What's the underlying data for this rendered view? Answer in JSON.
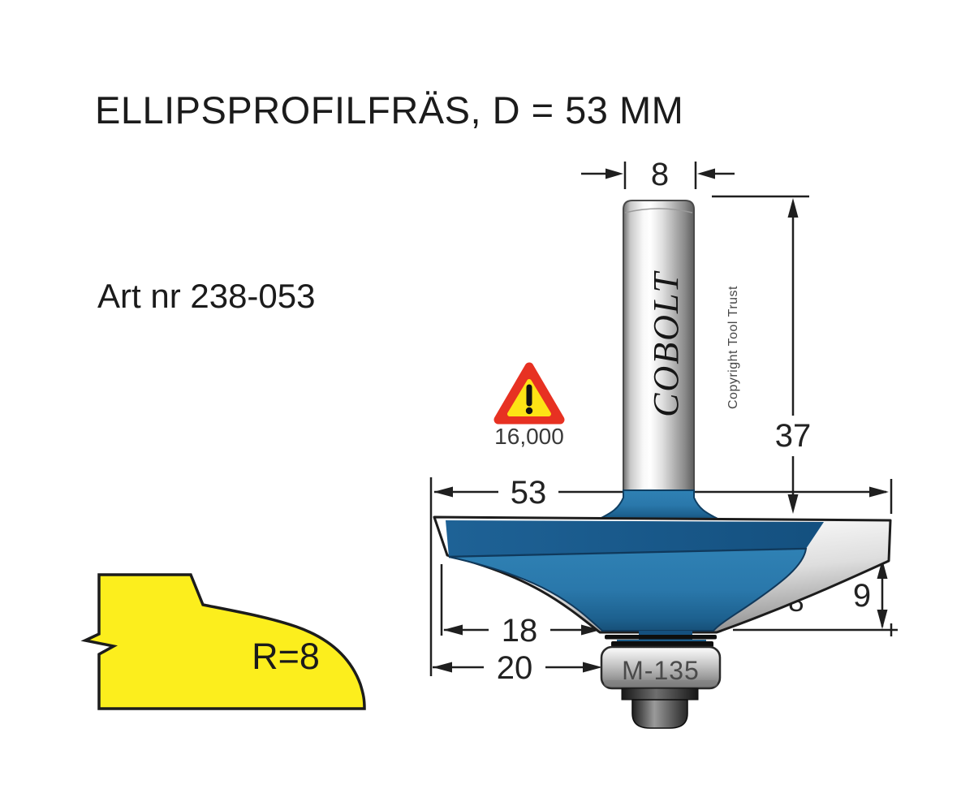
{
  "header": {
    "title": "ELLIPSPROFILFRÄS, D = 53 MM",
    "art_nr": "Art nr 238-053"
  },
  "warning": {
    "max_rpm": "16,000"
  },
  "tool": {
    "brand": "COBOLT",
    "copyright": "Copyright Tool Trust",
    "bearing_label": "M-135",
    "cutter_radius_label": "R=8"
  },
  "dimensions": {
    "shank_diameter": "8",
    "shank_length": "37",
    "cutter_diameter": "53",
    "cut_length": "18",
    "total_reach": "20",
    "cut_height": "9"
  },
  "profile_sample": {
    "radius_label": "R=8"
  },
  "colors": {
    "cutter_blue": "#2a78ab",
    "cutter_navy_band": "#19588a",
    "profile_yellow": "#fcee1d",
    "warning_red": "#e73122",
    "warning_yellow": "#fde315",
    "metal_light": "#f5f5f5",
    "metal_dark": "#6a6a6a",
    "dim_line": "#1f1f1f"
  }
}
